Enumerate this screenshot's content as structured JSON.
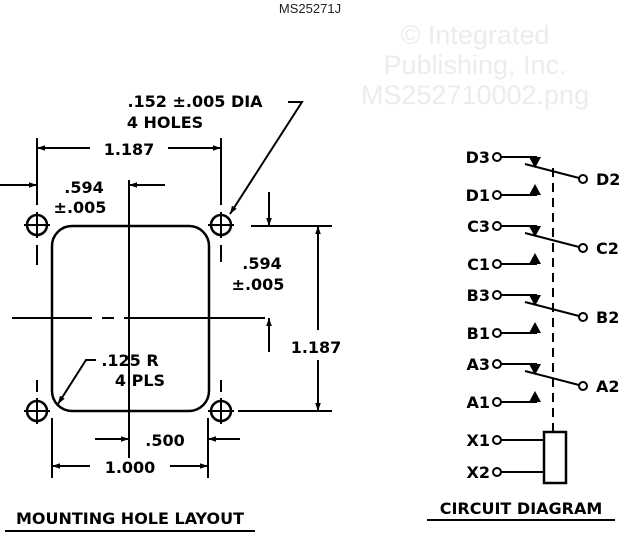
{
  "title": "MS25271J",
  "watermark": [
    "© Integrated",
    "Publishing, Inc.",
    "MS252710002.png"
  ],
  "layout": {
    "heading": "MOUNTING HOLE LAYOUT",
    "hole_callout_1": ".152 ±.005 DIA",
    "hole_callout_2": "4 HOLES",
    "top_width": "1.187",
    "offset_h_1": ".594",
    "offset_h_2": "±.005",
    "offset_v_1": ".594",
    "offset_v_2": "±.005",
    "height": "1.187",
    "radius_1": ".125 R",
    "radius_2": "4 PLS",
    "half_width": ".500",
    "width": "1.000"
  },
  "circuit": {
    "heading": "CIRCUIT DIAGRAM",
    "poles": [
      {
        "nc": "D3",
        "no": "D1",
        "common": "D2"
      },
      {
        "nc": "C3",
        "no": "C1",
        "common": "C2"
      },
      {
        "nc": "B3",
        "no": "B1",
        "common": "B2"
      },
      {
        "nc": "A3",
        "no": "A1",
        "common": "A2"
      }
    ],
    "coil": [
      "X1",
      "X2"
    ]
  }
}
